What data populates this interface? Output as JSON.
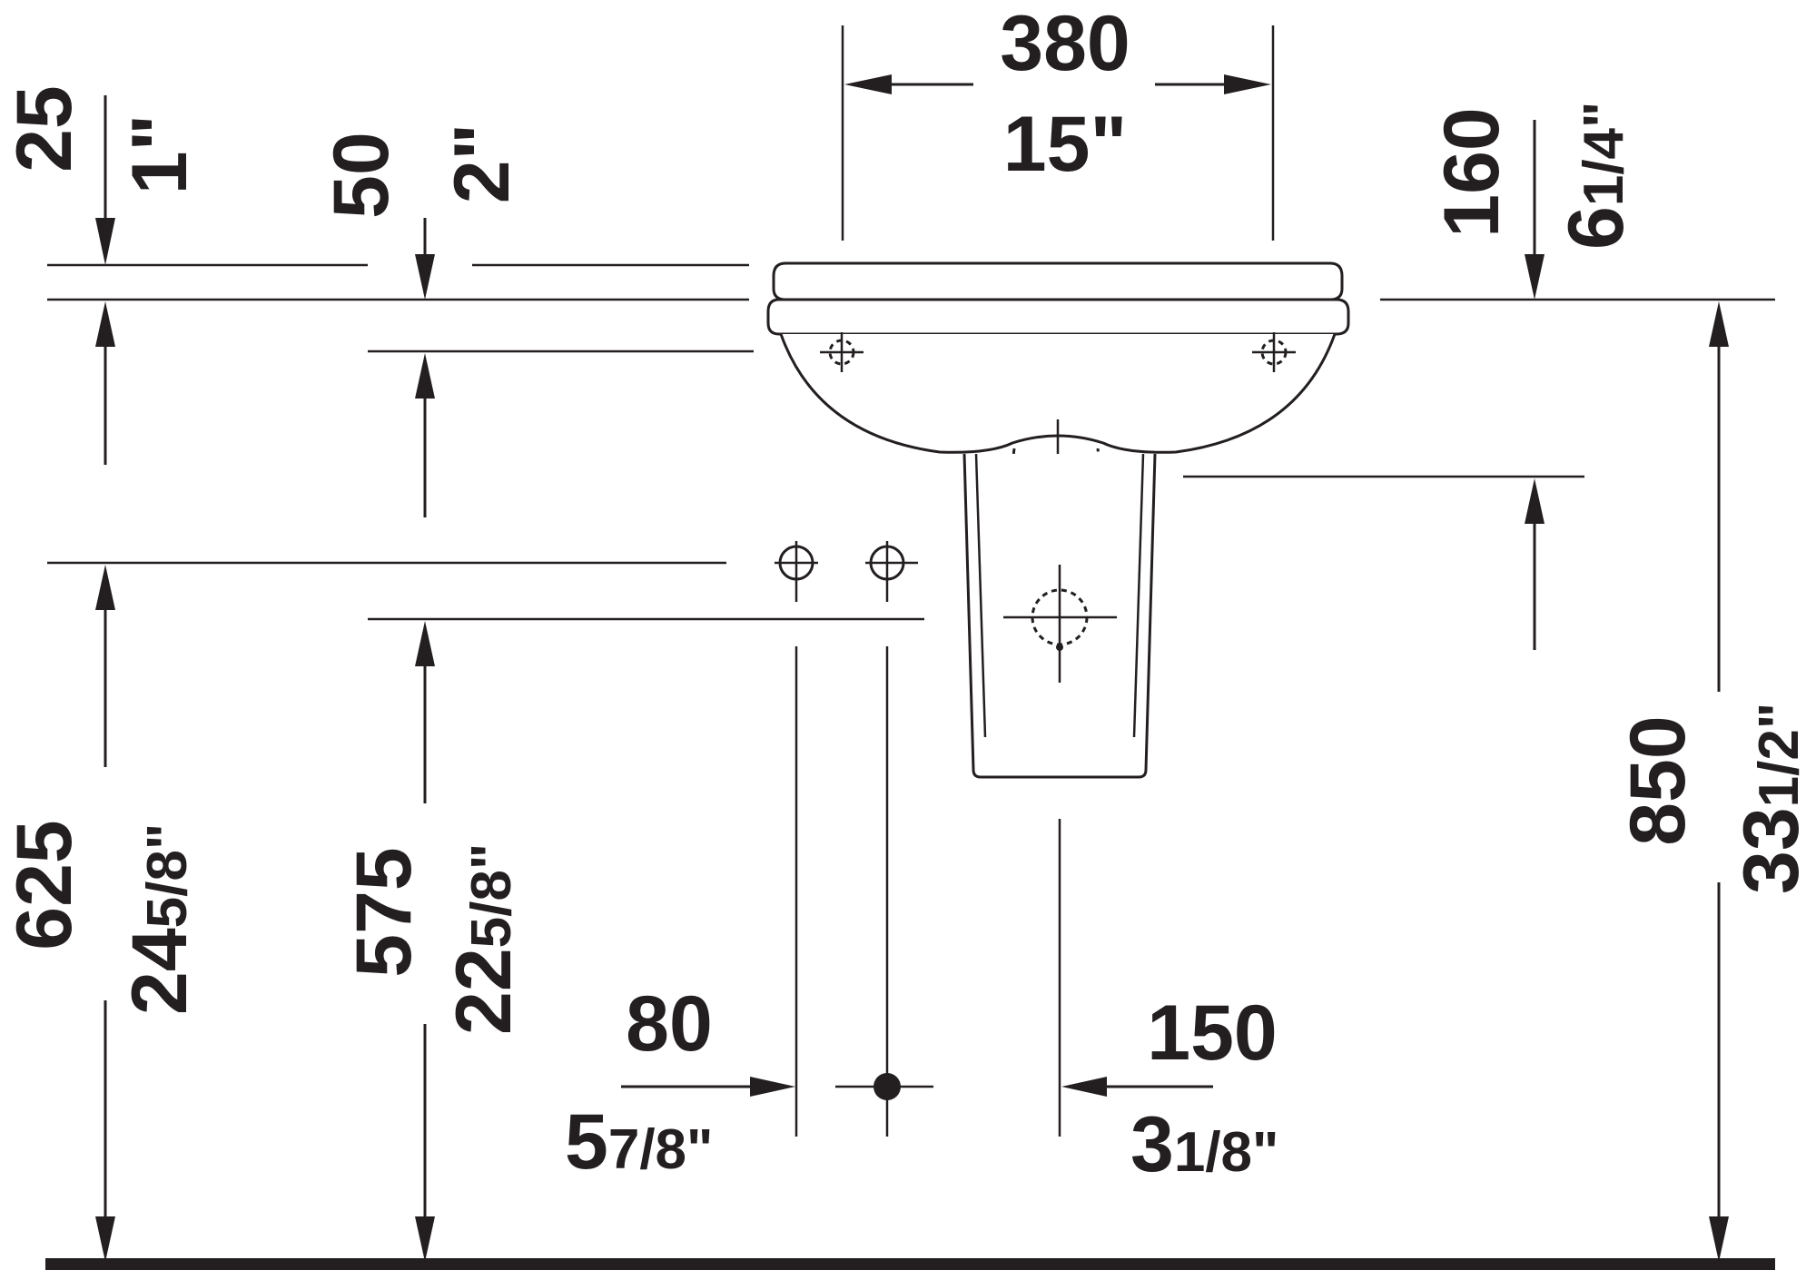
{
  "dimensions": {
    "width_top": {
      "mm": "380",
      "inch": "15\""
    },
    "rim_offset": {
      "mm": "25",
      "inch": "1\""
    },
    "wall_offset": {
      "mm": "50",
      "inch": "2\""
    },
    "projection": {
      "mm": "160",
      "inch_whole": "6",
      "inch_frac": "1/4\""
    },
    "height_total": {
      "mm": "850",
      "inch_whole": "33",
      "inch_frac": "1/2\""
    },
    "height_fitting": {
      "mm": "625",
      "inch_whole": "24",
      "inch_frac": "5/8\""
    },
    "height_inlet": {
      "mm": "575",
      "inch_whole": "22",
      "inch_frac": "5/8\""
    },
    "spacing_left": {
      "mm": "80",
      "inch_whole": "5",
      "inch_frac": "7/8\""
    },
    "spacing_right": {
      "mm": "150",
      "inch_whole": "3",
      "inch_frac": "1/8\""
    }
  },
  "colors": {
    "line": "#231f20",
    "background": "#ffffff"
  }
}
